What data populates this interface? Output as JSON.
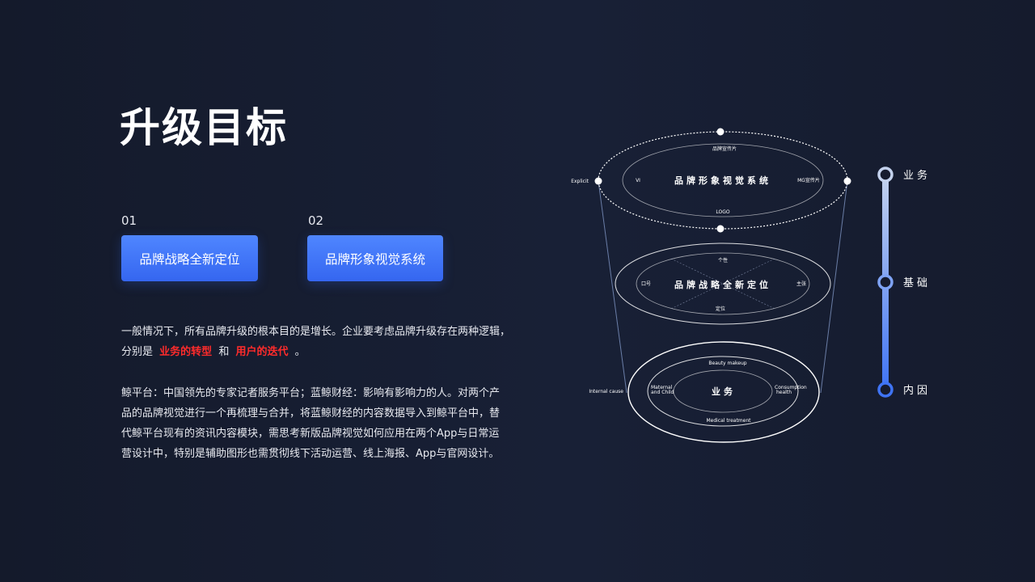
{
  "title": "升级目标",
  "items": [
    {
      "num": "01",
      "label": "品牌战略全新定位"
    },
    {
      "num": "02",
      "label": "品牌形象视觉系统"
    }
  ],
  "intro": {
    "line1": "一般情况下，所有品牌升级的根本目的是增长。企业要考虑品牌升级存在两种逻辑，",
    "line2_prefix": "分别是",
    "highlight1": "业务的转型",
    "connector": "和",
    "highlight2": "用户的迭代",
    "suffix": "。"
  },
  "body_lines": [
    "鲸平台：中国领先的专家记者服务平台；蓝鲸财经：影响有影响力的人。对两个产",
    "品的品牌视觉进行一个再梳理与合并，将蓝鲸财经的内容数据导入到鲸平台中，替",
    "代鲸平台现有的资讯内容模块，需思考新版品牌视觉如何应用在两个App与日常运",
    "营设计中，特别是辅助图形也需贯彻线下活动运营、线上海报、App与官网设计。"
  ],
  "diagram": {
    "top": {
      "center": "品牌形象视觉系统",
      "top_label": "品牌宣传片",
      "bottom_label": "LOGO",
      "left_inner": "VI",
      "right_inner": "MG宣传片",
      "left_outer": "Explicit"
    },
    "middle": {
      "center": "品牌战略全新定位",
      "top_label": "个性",
      "bottom_label": "定位",
      "left_label": "口号",
      "right_label": "主张"
    },
    "bottom": {
      "center": "业务",
      "top_label": "Beauty makeup",
      "bottom_label": "Medical treatment",
      "left_label_1": "Maternal",
      "left_label_2": "and Child",
      "right_label_1": "Consumption",
      "right_label_2": "health",
      "left_outer": "Internal cause"
    }
  },
  "scale": {
    "levels": [
      "业务",
      "基础",
      "内因"
    ]
  },
  "colors": {
    "background": "#161b2e",
    "accent": "#3f74f5",
    "highlight": "#ff2b2b"
  }
}
